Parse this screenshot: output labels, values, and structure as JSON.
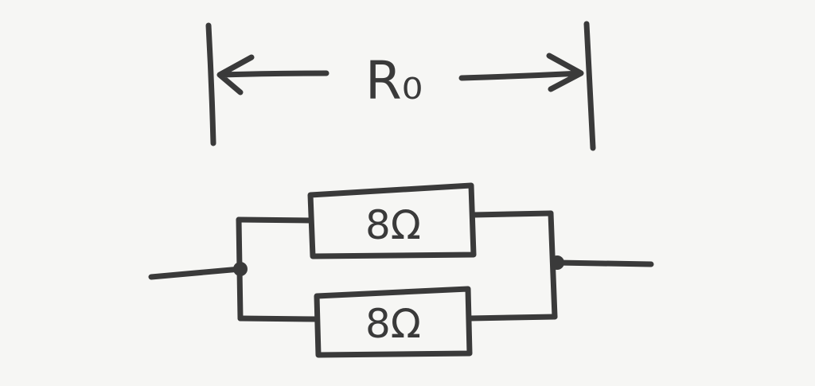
{
  "diagram": {
    "dimension_label": "R₀",
    "resistors": [
      {
        "value": "8Ω"
      },
      {
        "value": "8Ω"
      }
    ]
  }
}
